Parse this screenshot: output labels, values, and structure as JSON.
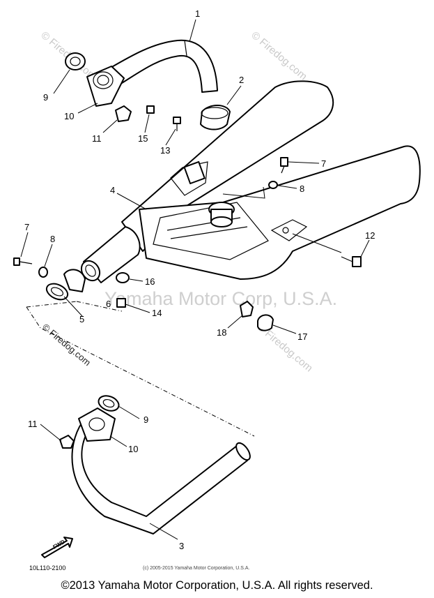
{
  "watermarks": {
    "firedog": "© Firedog.com",
    "yamaha": "Yamaha Motor Corp, U.S.A."
  },
  "callouts": [
    "1",
    "2",
    "3",
    "4",
    "5",
    "6",
    "7",
    "7",
    "8",
    "8",
    "9",
    "9",
    "10",
    "10",
    "11",
    "11",
    "12",
    "13",
    "14",
    "15",
    "16",
    "17",
    "18"
  ],
  "labels": {
    "c1": "1",
    "c2": "2",
    "c3": "3",
    "c4": "4",
    "c5": "5",
    "c6": "6",
    "c7a": "7",
    "c7b": "7",
    "c8a": "8",
    "c8b": "8",
    "c9a": "9",
    "c9b": "9",
    "c10a": "10",
    "c10b": "10",
    "c11a": "11",
    "c11b": "11",
    "c12": "12",
    "c13": "13",
    "c14": "14",
    "c15": "15",
    "c16": "16",
    "c17": "17",
    "c18": "18"
  },
  "fwd_label": "FWD",
  "drawing_code": "10L110-2100",
  "small_copyright": "(c) 2005-2015 Yamaha Motor Corporation, U.S.A.",
  "footer": "©2013 Yamaha Motor Corporation, U.S.A. All rights reserved."
}
